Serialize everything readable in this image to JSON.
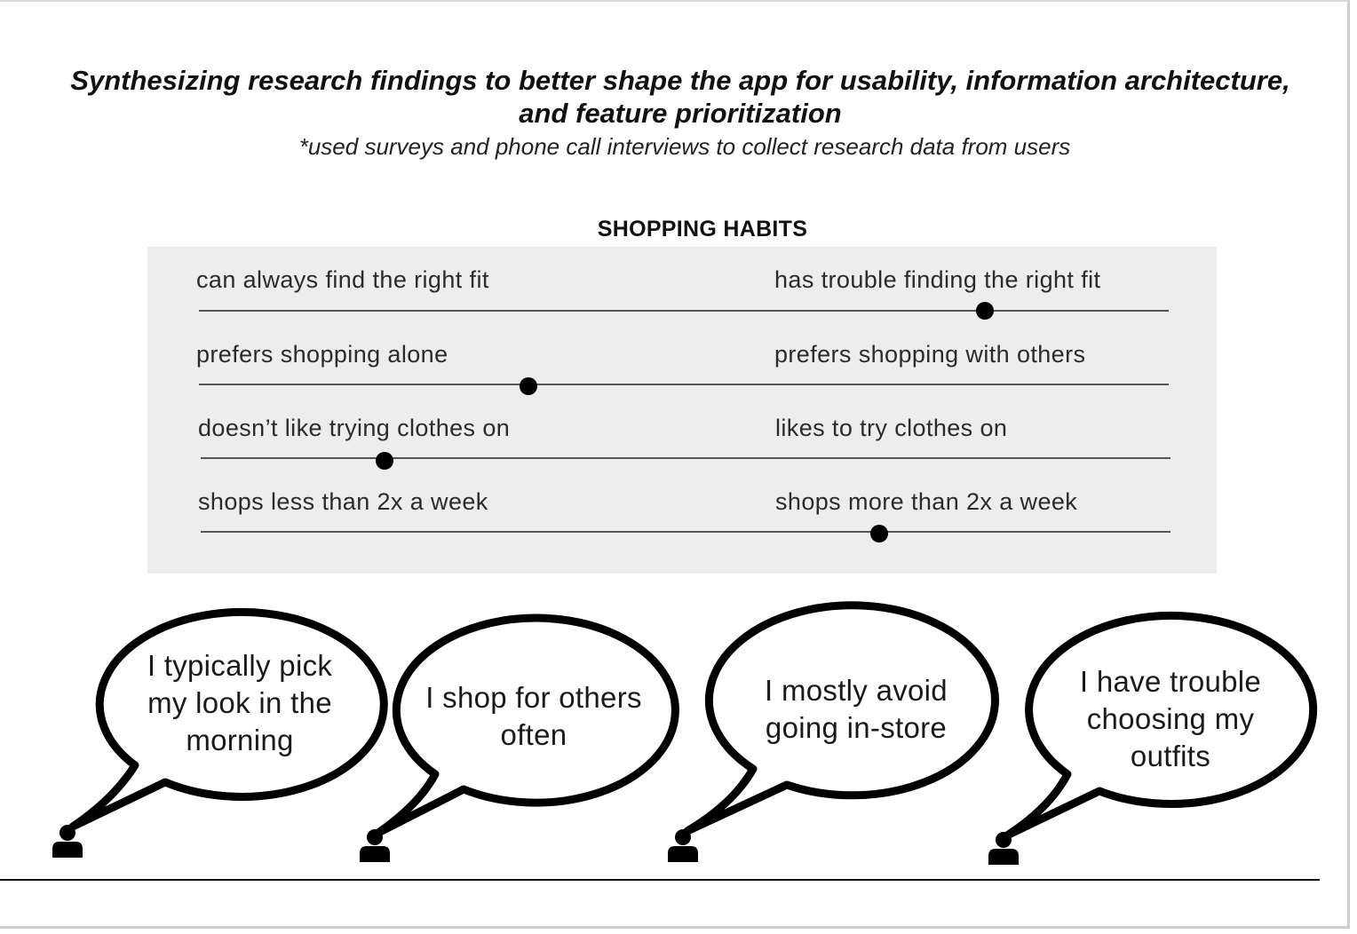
{
  "header": {
    "title": "Synthesizing research findings to better shape the app for usability, information architecture, and feature prioritization",
    "subtitle": "*used surveys and phone call interviews to collect research data from users"
  },
  "habits": {
    "title": "SHOPPING HABITS",
    "scales": [
      {
        "left": "can always find the right fit",
        "right": "has trouble finding the right fit",
        "position": 0.81
      },
      {
        "left": "prefers shopping alone",
        "right": "prefers shopping with others",
        "position": 0.34
      },
      {
        "left": "doesn’t like trying clothes on",
        "right": "likes to try clothes on",
        "position": 0.19
      },
      {
        "left": "shops less than 2x a week",
        "right": "shops more than 2x a week",
        "position": 0.7
      }
    ]
  },
  "quotes": [
    {
      "line1": "I typically pick",
      "line2": "my look in the",
      "line3": "morning"
    },
    {
      "line1": "I shop for others",
      "line2": "often"
    },
    {
      "line1": "I mostly avoid",
      "line2": "going in-store"
    },
    {
      "line1": "I have trouble",
      "line2": "choosing my",
      "line3": "outfits"
    }
  ],
  "icons": {
    "person": "person-icon",
    "bubble": "speech-bubble-icon"
  }
}
